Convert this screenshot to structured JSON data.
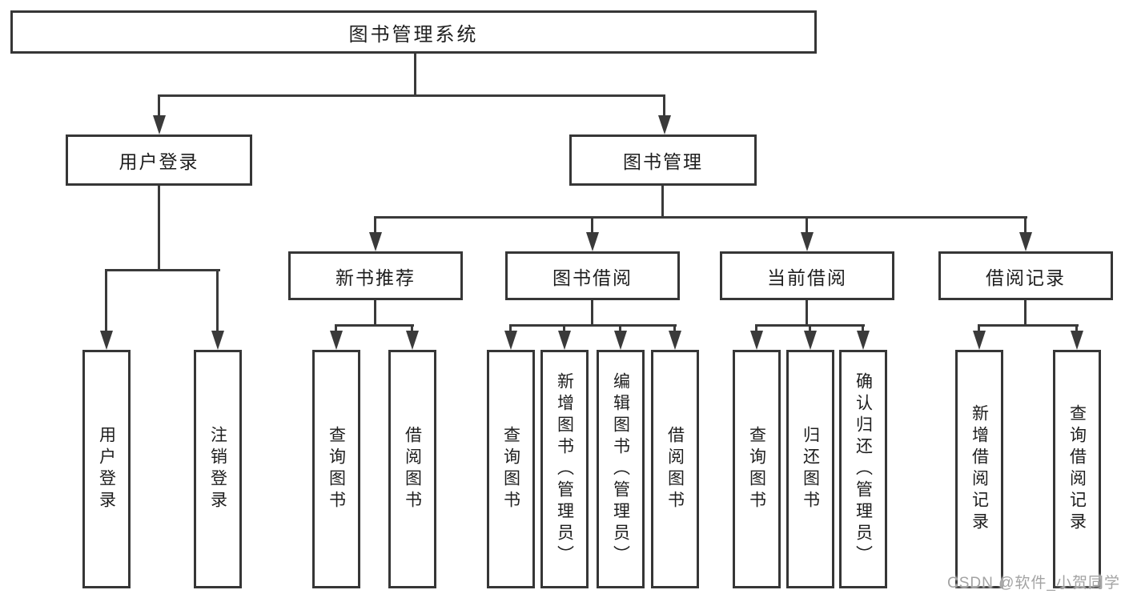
{
  "diagram": {
    "title": {
      "label": "图书管理系统"
    },
    "branches": [
      {
        "id": "user-login",
        "label": "用户登录",
        "children": [
          {
            "label": "用户登录"
          },
          {
            "label": "注销登录"
          }
        ]
      },
      {
        "id": "book-management",
        "label": "图书管理",
        "sections": [
          {
            "id": "new-book-recommend",
            "label": "新书推荐",
            "children": [
              {
                "label": "查询图书"
              },
              {
                "label": "借阅图书"
              }
            ]
          },
          {
            "id": "book-borrowing",
            "label": "图书借阅",
            "children": [
              {
                "label": "查询图书"
              },
              {
                "label": "新增图书（管理员）"
              },
              {
                "label": "编辑图书（管理员）"
              },
              {
                "label": "借阅图书"
              }
            ]
          },
          {
            "id": "current-borrowing",
            "label": "当前借阅",
            "children": [
              {
                "label": "查询图书"
              },
              {
                "label": "归还图书"
              },
              {
                "label": "确认归还（管理员）"
              }
            ]
          },
          {
            "id": "borrowing-records",
            "label": "借阅记录",
            "children": [
              {
                "label": "新增借阅记录"
              },
              {
                "label": "查询借阅记录"
              }
            ]
          }
        ]
      }
    ]
  },
  "watermark": {
    "text": "CSDN @软件_小贺同学"
  },
  "colors": {
    "line": "#3a3a3a",
    "box_border": "#363636",
    "text": "#1e1e1e",
    "watermark": "#a3a3a3",
    "background": "#ffffff"
  }
}
